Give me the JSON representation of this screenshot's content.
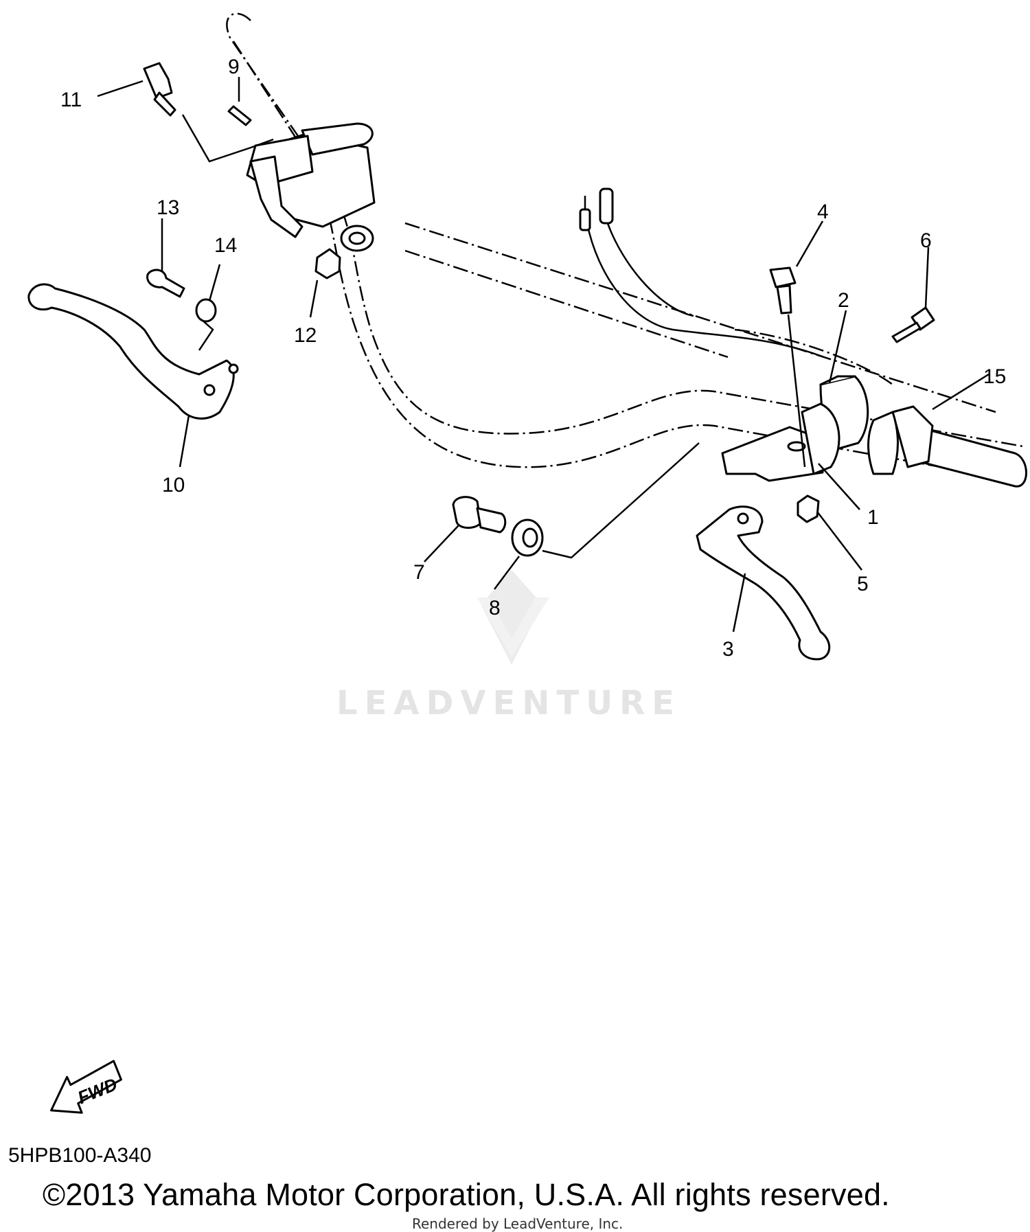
{
  "diagram": {
    "callouts": [
      "1",
      "2",
      "3",
      "4",
      "5",
      "6",
      "7",
      "8",
      "9",
      "10",
      "11",
      "12",
      "13",
      "14",
      "15"
    ],
    "direction_label": "FWD",
    "reference_code": "5HPB100-A340"
  },
  "footer": {
    "copyright": "©2013 Yamaha Motor Corporation, U.S.A. All rights reserved.",
    "rendered_by": "Rendered by LeadVenture, Inc."
  },
  "watermark": {
    "brand": "LEADVENTURE"
  }
}
